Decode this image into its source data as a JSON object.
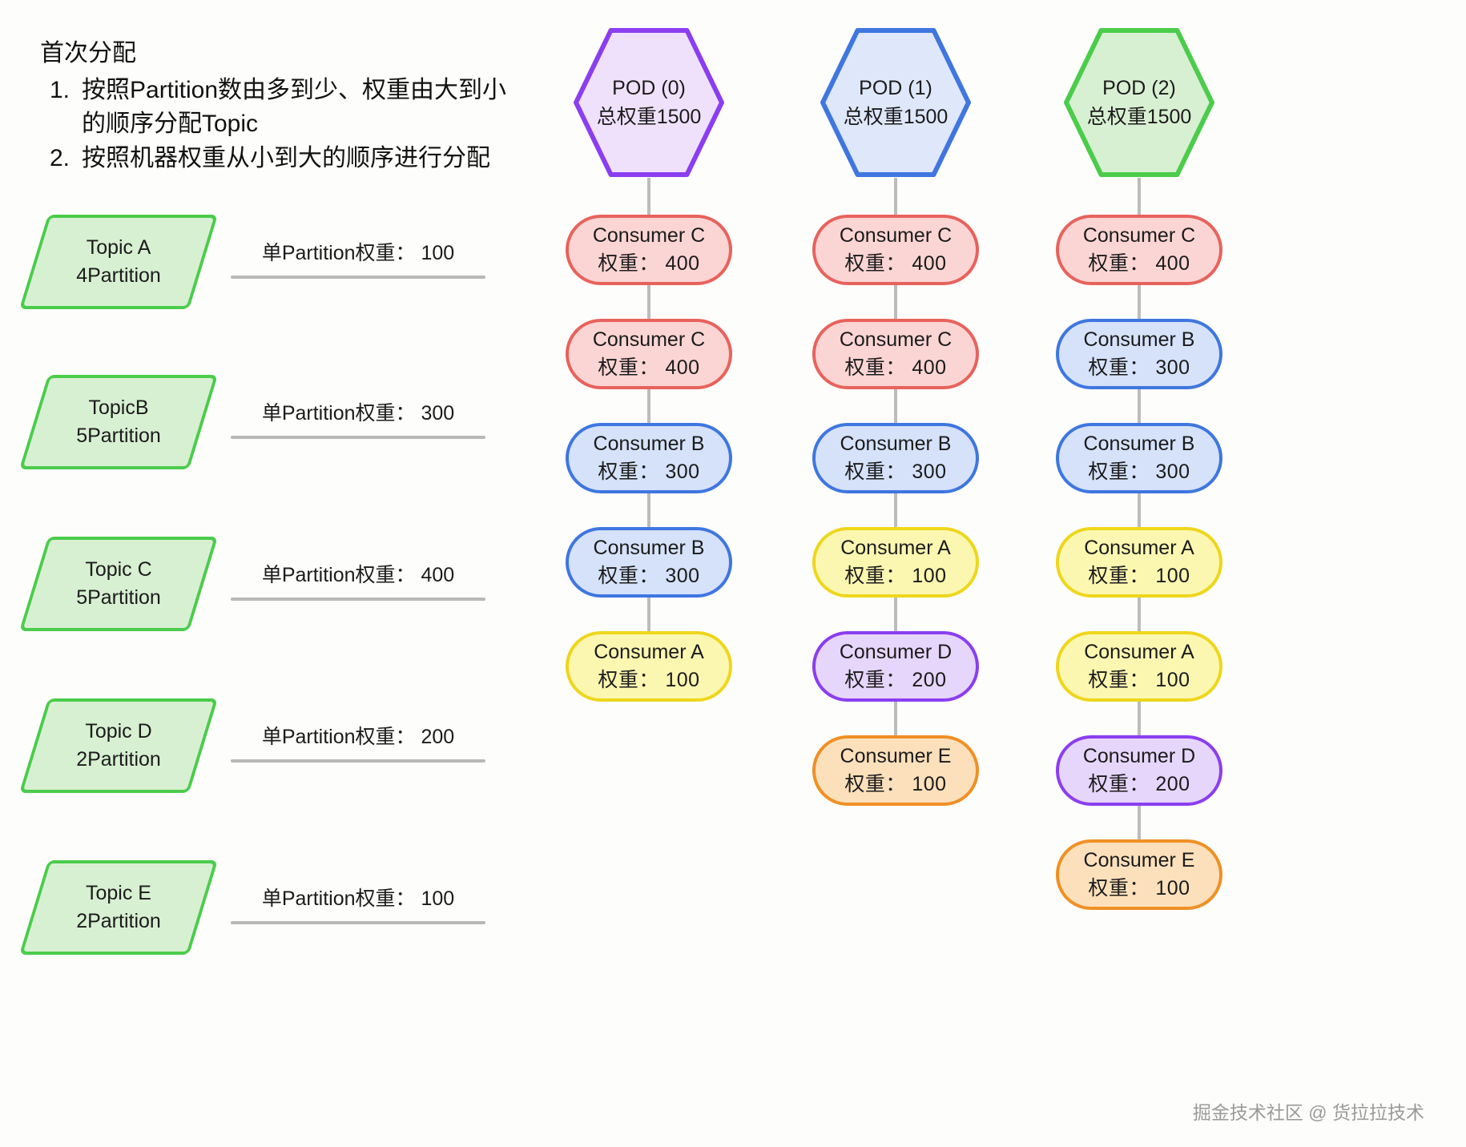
{
  "legend": {
    "title": "首次分配",
    "items": [
      {
        "num": "1.",
        "line1": "按照Partition数由多到少、权重由大到小",
        "line2": "的顺序分配Topic"
      },
      {
        "num": "2.",
        "line1": "按照机器权重从小到大的顺序进行分配",
        "line2": ""
      }
    ]
  },
  "topics": [
    {
      "name": "Topic A",
      "partitions": "4Partition",
      "weight_label": "单Partition权重： 100"
    },
    {
      "name": "TopicB",
      "partitions": "5Partition",
      "weight_label": "单Partition权重： 300"
    },
    {
      "name": "Topic C",
      "partitions": "5Partition",
      "weight_label": "单Partition权重： 400"
    },
    {
      "name": "Topic D",
      "partitions": "2Partition",
      "weight_label": "单Partition权重： 200"
    },
    {
      "name": "Topic E",
      "partitions": "2Partition",
      "weight_label": "单Partition权重： 100"
    }
  ],
  "pods": [
    {
      "title": "POD (0)",
      "total_weight": "总权重1500",
      "border_color": "#8b3ef0",
      "fill_color": "#efe1fc",
      "consumers": [
        {
          "name": "Consumer C",
          "weight": "权重： 400",
          "theme": "c-red"
        },
        {
          "name": "Consumer C",
          "weight": "权重： 400",
          "theme": "c-red"
        },
        {
          "name": "Consumer B",
          "weight": "权重： 300",
          "theme": "c-blue"
        },
        {
          "name": "Consumer B",
          "weight": "权重： 300",
          "theme": "c-blue"
        },
        {
          "name": "Consumer A",
          "weight": "权重： 100",
          "theme": "c-yellow"
        }
      ]
    },
    {
      "title": "POD (1)",
      "total_weight": "总权重1500",
      "border_color": "#3f76e0",
      "fill_color": "#dfe7fb",
      "consumers": [
        {
          "name": "Consumer C",
          "weight": "权重： 400",
          "theme": "c-red"
        },
        {
          "name": "Consumer C",
          "weight": "权重： 400",
          "theme": "c-red"
        },
        {
          "name": "Consumer B",
          "weight": "权重： 300",
          "theme": "c-blue"
        },
        {
          "name": "Consumer A",
          "weight": "权重： 100",
          "theme": "c-yellow"
        },
        {
          "name": "Consumer D",
          "weight": "权重： 200",
          "theme": "c-purple"
        },
        {
          "name": "Consumer E",
          "weight": "权重： 100",
          "theme": "c-orange"
        }
      ]
    },
    {
      "title": "POD (2)",
      "total_weight": "总权重1500",
      "border_color": "#4bcc4b",
      "fill_color": "#d7f0d2",
      "consumers": [
        {
          "name": "Consumer C",
          "weight": "权重： 400",
          "theme": "c-red"
        },
        {
          "name": "Consumer B",
          "weight": "权重： 300",
          "theme": "c-blue"
        },
        {
          "name": "Consumer B",
          "weight": "权重： 300",
          "theme": "c-blue"
        },
        {
          "name": "Consumer A",
          "weight": "权重： 100",
          "theme": "c-yellow"
        },
        {
          "name": "Consumer A",
          "weight": "权重： 100",
          "theme": "c-yellow"
        },
        {
          "name": "Consumer D",
          "weight": "权重： 200",
          "theme": "c-purple"
        },
        {
          "name": "Consumer E",
          "weight": "权重： 100",
          "theme": "c-orange"
        }
      ]
    }
  ],
  "watermark": "掘金技术社区 @ 货拉拉技术"
}
